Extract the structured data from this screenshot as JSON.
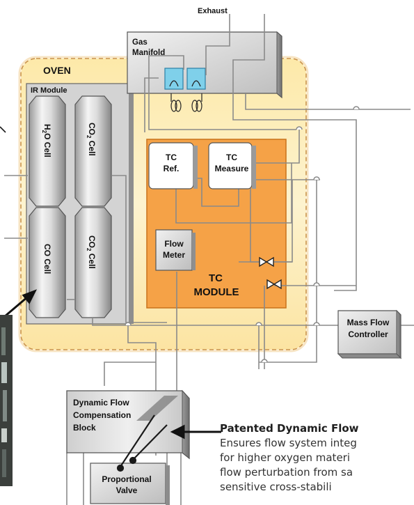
{
  "labels": {
    "exhaust": "Exhaust",
    "gas_manifold": [
      "Gas",
      "Manifold"
    ],
    "oven": "OVEN",
    "ir_module": "IR Module",
    "h2o_cell": [
      "H",
      "2",
      "O Cell"
    ],
    "co2_cell_top": [
      "CO",
      "2",
      " Cell"
    ],
    "co_cell": "CO Cell",
    "co2_cell_bottom": [
      "CO",
      "2",
      " Cell"
    ],
    "tc_ref": [
      "TC",
      "Ref."
    ],
    "tc_measure": [
      "TC",
      "Measure"
    ],
    "flow_meter": [
      "Flow",
      "Meter"
    ],
    "tc_module": [
      "TC",
      "MODULE"
    ],
    "mass_flow_controller": [
      "Mass Flow",
      "Controller"
    ],
    "dynamic_flow_block": [
      "Dynamic Flow",
      "Compensation",
      "Block"
    ],
    "proportional_valve": [
      "Proportional",
      "Valve"
    ]
  },
  "caption": {
    "title": "Patented Dynamic Flow",
    "lines": [
      "Ensures flow system integ",
      "for higher oxygen materi",
      "flow perturbation from sa",
      "sensitive cross-stabili"
    ]
  },
  "colors": {
    "oven_fill": "#fce6a4",
    "oven_inner": "#fdf0c4",
    "oven_border": "#d9a35a",
    "tc_module_fill": "#f5a247",
    "tc_module_border": "#d07a1f",
    "metal_light": "#e9e9e9",
    "metal_dark": "#8d8d8d",
    "pipe": "#8a8a8a",
    "pipe_blue": "#6fa9c8",
    "manifold_tube": "#7fd0ea",
    "arrow": "#1a1a1a"
  },
  "icons": [
    "valve-icon",
    "coil-icon",
    "arrow-icon",
    "pipe-jump-icon"
  ]
}
